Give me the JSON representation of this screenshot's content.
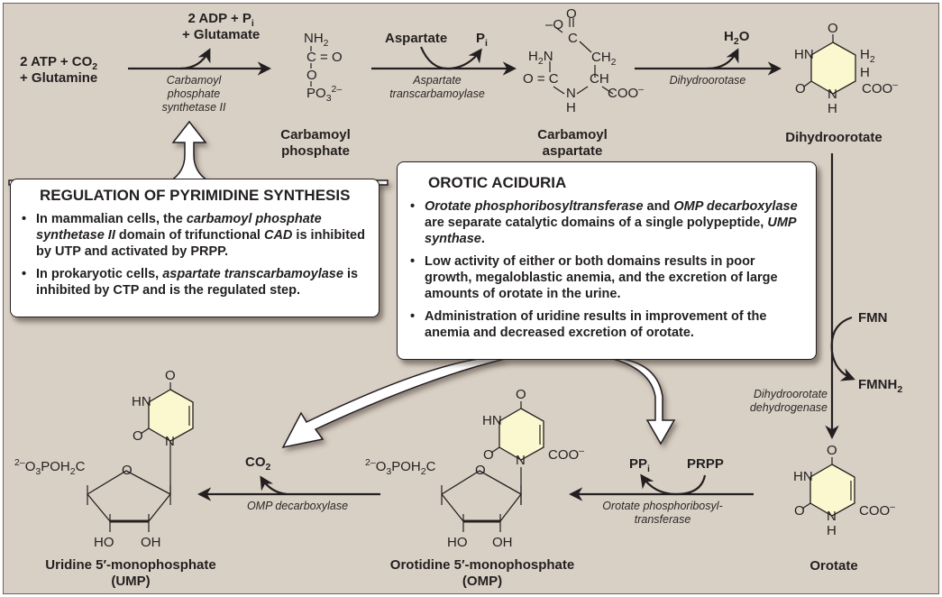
{
  "colors": {
    "background": "#d9d0c5",
    "ring_fill": "#fbf7cf",
    "ink": "#231f20",
    "box_fill": "#ffffff"
  },
  "reactions": {
    "step1": {
      "substrates_line1": "2 ATP + CO",
      "substrates_line1_sub": "2",
      "substrates_line2": "+ Glutamine",
      "products_line1": "2 ADP + P",
      "products_line1_sub": "i",
      "products_line2": "+ Glutamate",
      "enzyme": [
        "Carbamoyl",
        "phosphate",
        "synthetase II"
      ]
    },
    "step2": {
      "substrate": "Aspartate",
      "product": "P",
      "product_sub": "i",
      "enzyme": [
        "Aspartate",
        "transcarbamoylase"
      ]
    },
    "step3": {
      "product": "H",
      "product_sub": "2",
      "product_tail": "O",
      "enzyme": [
        "Dihydroorotase"
      ]
    },
    "step4": {
      "substrate": "FMN",
      "product": "FMNH",
      "product_sub": "2",
      "enzyme": [
        "Dihydroorotate",
        "dehydrogenase"
      ]
    },
    "step5": {
      "substrate": "PRPP",
      "product": "PP",
      "product_sub": "i",
      "enzyme": [
        "Orotate phosphoribosyl-",
        "transferase"
      ]
    },
    "step6": {
      "product": "CO",
      "product_sub": "2",
      "enzyme": [
        "OMP decarboxylase"
      ]
    }
  },
  "compounds": {
    "carbamoyl_phosphate": {
      "name": [
        "Carbamoyl",
        "phosphate"
      ],
      "atoms": {
        "nh2": "NH",
        "nh2_sub": "2",
        "c": "C",
        "eq_o": "= O",
        "o": "O",
        "po3": "PO",
        "po3_sub": "3",
        "po3_sup": "2–"
      }
    },
    "carbamoyl_aspartate": {
      "name": [
        "Carbamoyl",
        "aspartate"
      ],
      "atoms": {
        "o_minus": "–O",
        "o_top": "O",
        "c_top": "C",
        "ch2": "CH",
        "ch2_sub": "2",
        "h2n": "H",
        "h2n_sub": "2",
        "h2n_tail": "N",
        "oc": "O = C",
        "ch": "CH",
        "n": "N",
        "h": "H",
        "coo": "COO",
        "coo_sup": "–"
      }
    },
    "dihydroorotate": {
      "name": [
        "Dihydroorotate"
      ],
      "atoms": {
        "o_top": "O",
        "hn": "HN",
        "h2": "H",
        "h2_sub": "2",
        "h": "H",
        "coo": "COO",
        "coo_sup": "–",
        "o_left": "O",
        "n": "N",
        "nh": "H"
      }
    },
    "orotate": {
      "name": [
        "Orotate"
      ],
      "atoms": {
        "o_top": "O",
        "hn": "HN",
        "coo": "COO",
        "coo_sup": "–",
        "o_left": "O",
        "n": "N",
        "nh": "H"
      }
    },
    "omp": {
      "name": [
        "Orotidine 5′-monophosphate",
        "(OMP)"
      ],
      "atoms": {
        "o_top": "O",
        "hn": "HN",
        "coo": "COO",
        "coo_sup": "–",
        "o_left": "O",
        "n": "N",
        "phos_sup": "2–",
        "phos": "O",
        "phos_sub": "3",
        "phos_tail": "POH",
        "phos_sub2": "2",
        "phos_c": "C",
        "ring_o": "O",
        "ho": "HO",
        "oh": "OH"
      }
    },
    "ump": {
      "name": [
        "Uridine 5′-monophosphate",
        "(UMP)"
      ],
      "atoms": {
        "o_top": "O",
        "hn": "HN",
        "o_left": "O",
        "n": "N",
        "phos_sup": "2–",
        "phos": "O",
        "phos_sub": "3",
        "phos_tail": "POH",
        "phos_sub2": "2",
        "phos_c": "C",
        "ring_o": "O",
        "ho": "HO",
        "oh": "OH"
      }
    }
  },
  "regulation_box": {
    "title": "REGULATION OF PYRIMIDINE SYNTHESIS",
    "bullet": "•",
    "items": [
      [
        {
          "t": "In mammalian cells, the ",
          "i": false
        },
        {
          "t": "carbamoyl phosphate synthetase II",
          "i": true
        },
        {
          "t": " domain of trifunctional ",
          "i": false
        },
        {
          "t": "CAD",
          "i": true
        },
        {
          "t": " is inhibited by UTP and activated by PRPP.",
          "i": false
        }
      ],
      [
        {
          "t": "In prokaryotic cells, ",
          "i": false
        },
        {
          "t": "aspartate transcarbamoylase",
          "i": true
        },
        {
          "t": " is inhibited by CTP and is the regulated step.",
          "i": false
        }
      ]
    ]
  },
  "orotic_box": {
    "title": "OROTIC ACIDURIA",
    "bullet": "•",
    "items": [
      [
        {
          "t": "Orotate phosphoribosyltransferase",
          "i": true
        },
        {
          "t": " and ",
          "i": false
        },
        {
          "t": "OMP decarboxylase",
          "i": true
        },
        {
          "t": " are separate catalytic domains of a single polypeptide, ",
          "i": false
        },
        {
          "t": "UMP synthase",
          "i": true
        },
        {
          "t": ".",
          "i": false
        }
      ],
      [
        {
          "t": "Low activity of either or both domains results in poor growth, megaloblastic anemia, and the excretion of large amounts of orotate in the urine.",
          "i": false
        }
      ],
      [
        {
          "t": "Administration of uridine results in improvement of the anemia and decreased excretion of orotate.",
          "i": false
        }
      ]
    ]
  }
}
